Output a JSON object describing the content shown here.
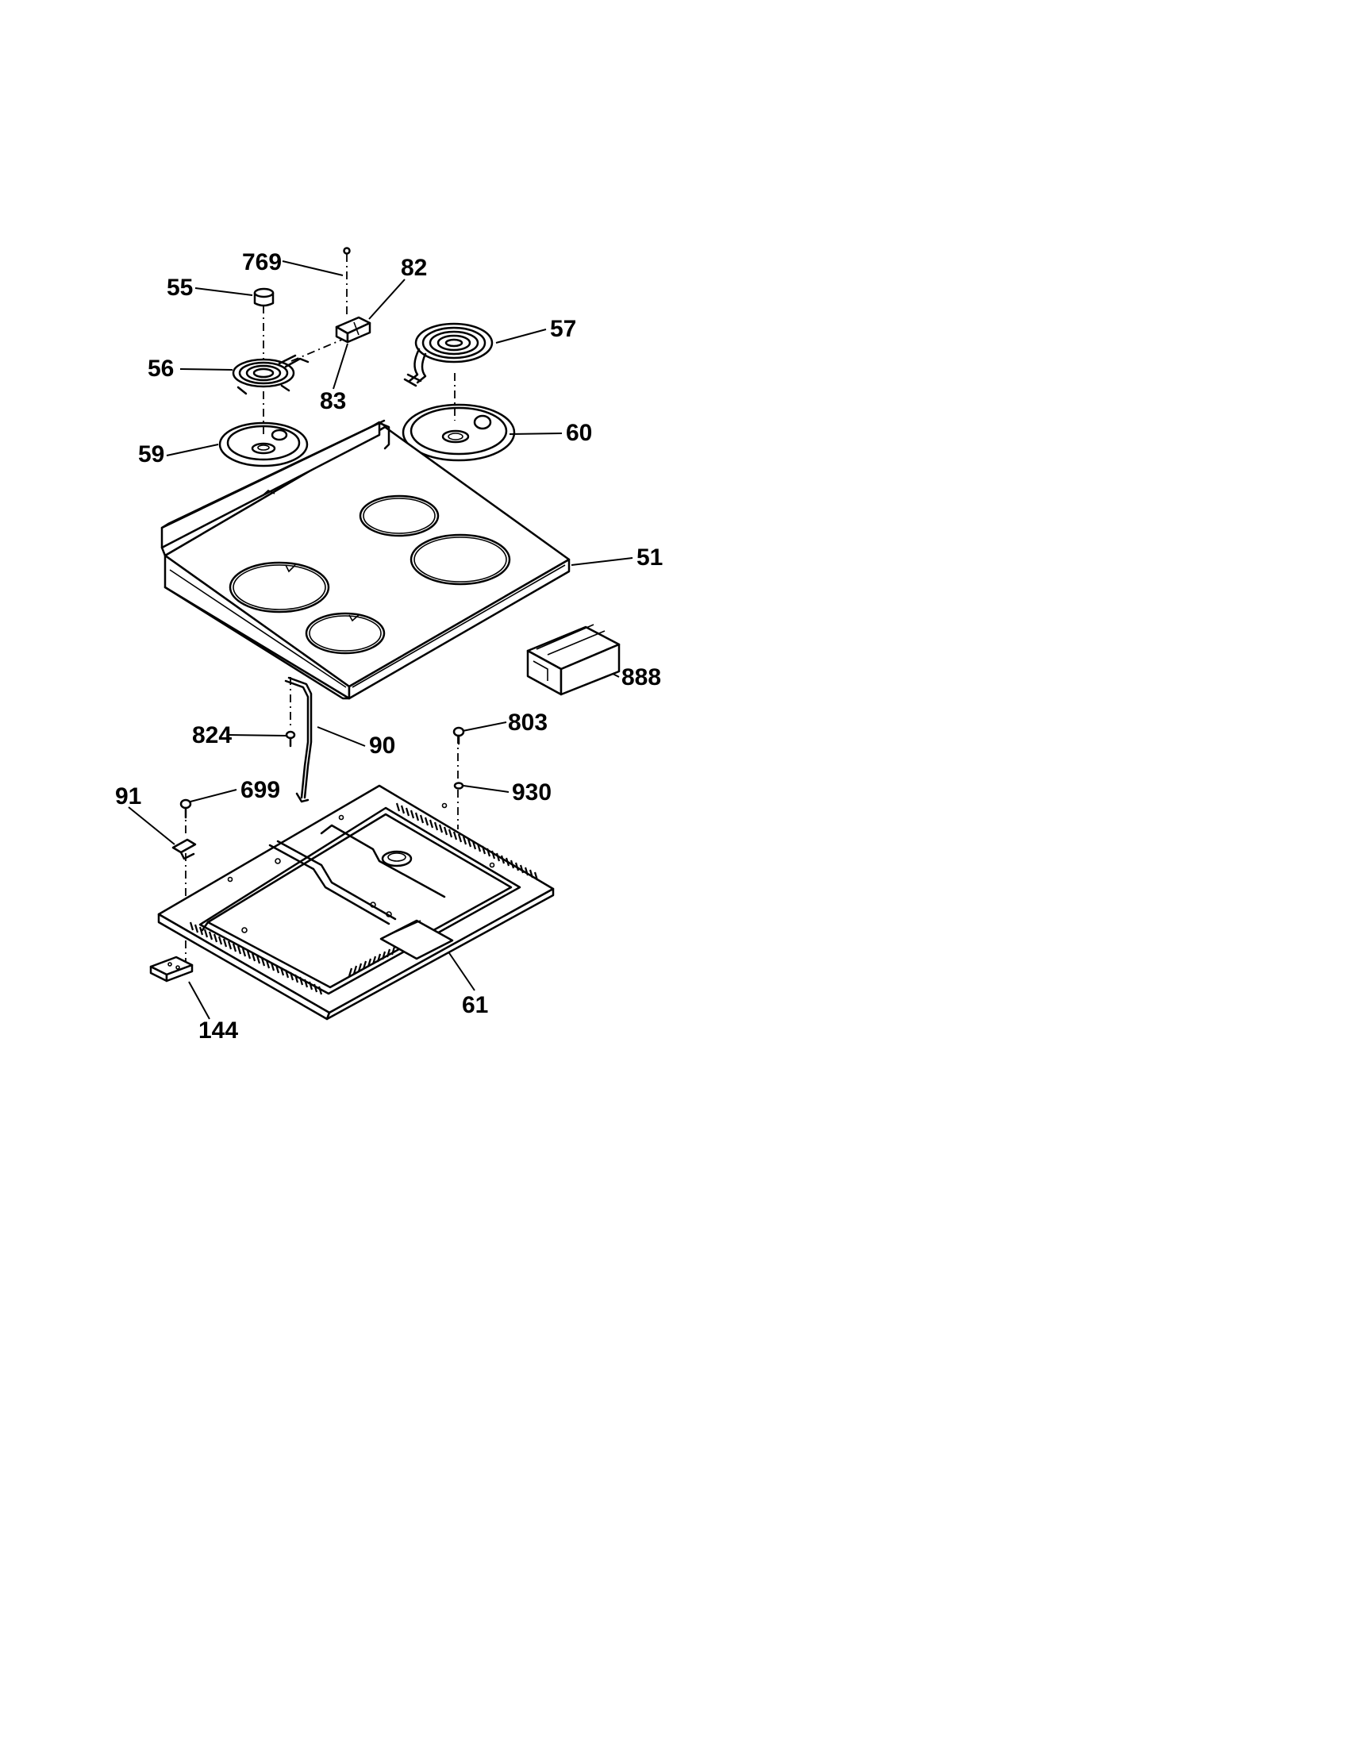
{
  "diagram": {
    "callouts": [
      {
        "id": "769",
        "label": "769"
      },
      {
        "id": "82",
        "label": "82"
      },
      {
        "id": "55",
        "label": "55"
      },
      {
        "id": "57",
        "label": "57"
      },
      {
        "id": "56",
        "label": "56"
      },
      {
        "id": "83",
        "label": "83"
      },
      {
        "id": "59",
        "label": "59"
      },
      {
        "id": "60",
        "label": "60"
      },
      {
        "id": "51",
        "label": "51"
      },
      {
        "id": "888",
        "label": "888"
      },
      {
        "id": "824",
        "label": "824"
      },
      {
        "id": "90",
        "label": "90"
      },
      {
        "id": "803",
        "label": "803"
      },
      {
        "id": "91",
        "label": "91"
      },
      {
        "id": "699",
        "label": "699"
      },
      {
        "id": "930",
        "label": "930"
      },
      {
        "id": "61",
        "label": "61"
      },
      {
        "id": "144",
        "label": "144"
      }
    ]
  }
}
